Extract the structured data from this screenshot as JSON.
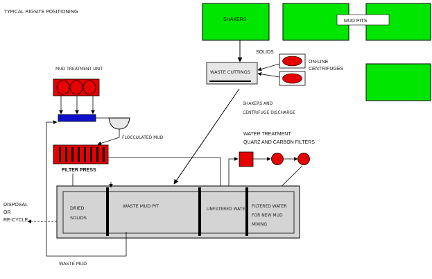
{
  "labels": {
    "title": "TYPICAL RIGSITE POSITIONING",
    "shakers": "SHAKERS",
    "mud_pits": "MUD PITS",
    "solids": "SOLIDS",
    "online_centrifuges_1": "ON-LINE",
    "online_centrifuges_2": "CENTRIFUGES",
    "waste_cuttings": "WASTE CUTTINGS",
    "shakers_and_centrifuge_discharge_1": "SHAKERS AND",
    "shakers_and_centrifuge_discharge_2": "CENTRIFUGE DISCHARGE",
    "mud_treatment_unit": "MUD TREATMENT UNIT",
    "flocculated_mud": "FLOCCULATED MUD",
    "filter_press": "FILTER PRESS",
    "water_treatment_1": "WATER TREATMENT",
    "water_treatment_2": "QUARZ AND CARBON FILTERS",
    "disposal_1": "DISPOSAL",
    "disposal_2": "OR",
    "disposal_3": "RE-CYCLE",
    "dried_solids_1": "DRIED",
    "dried_solids_2": "SOLIDS",
    "waste_mud_pit": "WASTE MUD PIT",
    "unfiltered_water": "UNFILTERED WATER",
    "filtered_water_1": "FILTERED WATER",
    "filtered_water_2": "FOR NEW MUD",
    "filtered_water_3": "MIXING",
    "waste_mud": "WASTE MUD"
  },
  "colors": {
    "pit_green": "#00e600",
    "equipment_red": "#e60000",
    "conveyor_blue": "#1010cc",
    "tank_gray": "#d4d4d4",
    "outline": "#000000"
  }
}
